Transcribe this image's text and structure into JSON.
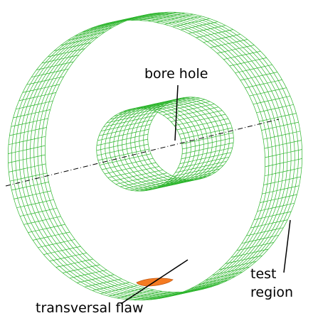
{
  "labels": {
    "bore_hole": "bore hole",
    "test_region_line1": "test",
    "test_region_line2": "region",
    "transversal_flaw": "transversal flaw"
  },
  "colors": {
    "mesh": "#2db52d",
    "flaw_fill": "#f57b22",
    "flaw_edge": "#c0560e",
    "axis": "#000000",
    "text": "#000000"
  }
}
